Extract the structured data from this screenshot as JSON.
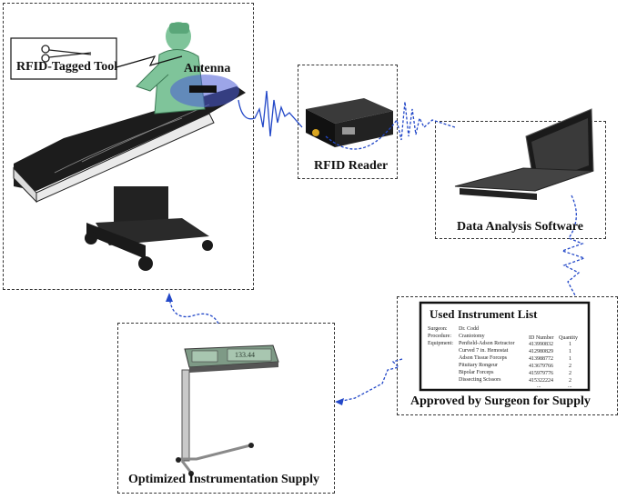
{
  "labels": {
    "tagged_tool": "RFID-Tagged Tool",
    "antenna": "Antenna",
    "reader": "RFID Reader",
    "software": "Data Analysis Software",
    "approved": "Approved by Surgeon for Supply",
    "supply": "Optimized Instrumentation Supply"
  },
  "instrument_list": {
    "title": "Used Instrument List",
    "surgeon_key": "Surgeon:",
    "surgeon": "Dr. Codd",
    "procedure_key": "Procedure:",
    "procedure": "Craniotomy",
    "equipment_key": "Equipment:",
    "col_id": "ID Number",
    "col_qty": "Quantity",
    "rows": [
      {
        "name": "Penfield-Adson Retractor",
        "id": "413990832",
        "qty": "1"
      },
      {
        "name": "Curved 7 in. Hemostat",
        "id": "412980829",
        "qty": "1"
      },
      {
        "name": "Adson Tissue Forceps",
        "id": "413988772",
        "qty": "1"
      },
      {
        "name": "Pituitary Rongeur",
        "id": "413679766",
        "qty": "2"
      },
      {
        "name": "Bipolar Forceps",
        "id": "415979776",
        "qty": "2"
      },
      {
        "name": "Dissecting Scissors",
        "id": "415322224",
        "qty": "2"
      }
    ],
    "ellipsis": "..."
  },
  "stand_display": "133.44"
}
